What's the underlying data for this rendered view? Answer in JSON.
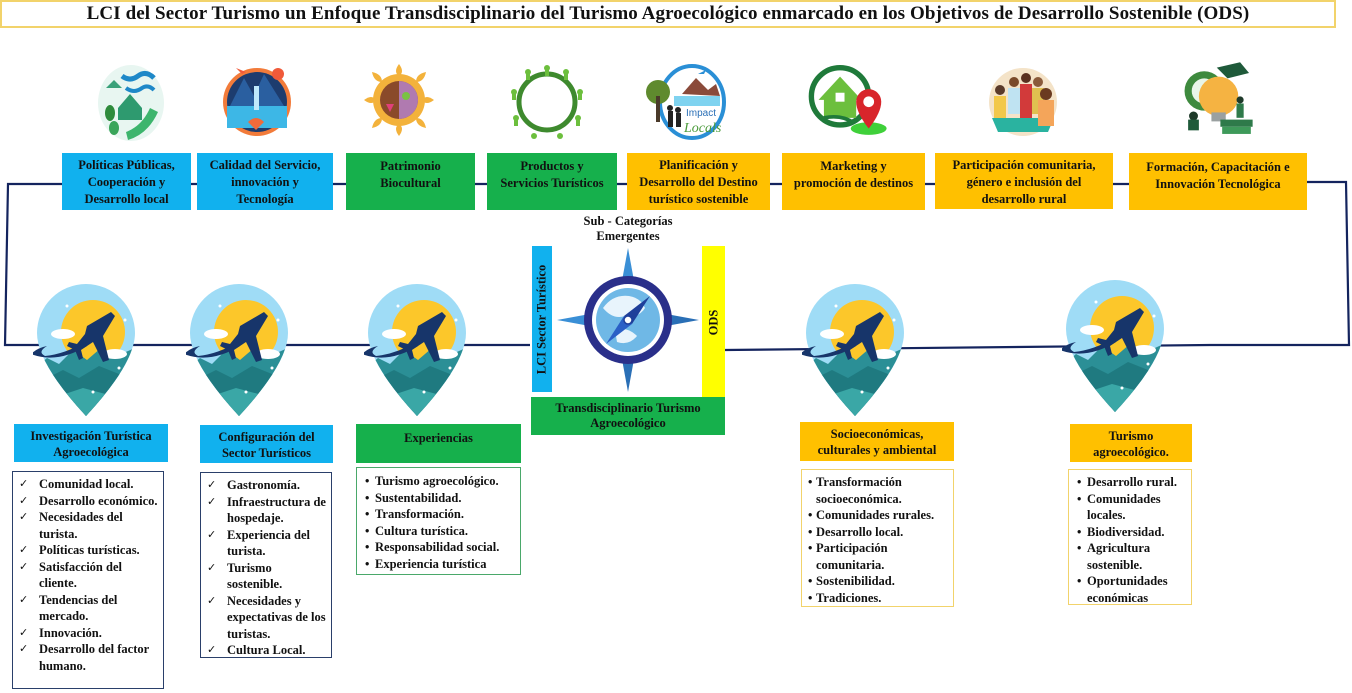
{
  "title": "LCI del Sector Turismo un Enfoque Transdisciplinario del Turismo Agroecológico enmarcado en los Objetivos de Desarrollo Sostenible (ODS)",
  "colors": {
    "blue": "#11b1ee",
    "green": "#16b04c",
    "orange": "#ffc000",
    "yellow": "#ffff00",
    "line": "#14245e",
    "title_border": "#f2d36b"
  },
  "categories": [
    {
      "label": "Políticas Públicas, Cooperación y Desarrollo local",
      "lines": [
        "Políticas Públicas,",
        "Cooperación y",
        "Desarrollo local"
      ],
      "color": "blue",
      "icon": "sustainability-hands-globe-icon"
    },
    {
      "label": "Calidad del Servicio, innovación y Tecnología",
      "lines": [
        "Calidad del Servicio,",
        "innovación y",
        "Tecnología"
      ],
      "color": "blue",
      "icon": "mountain-waterfall-travel-icon"
    },
    {
      "label": "Patrimonio Biocultural",
      "lines": [
        "Patrimonio",
        "Biocultural"
      ],
      "color": "green",
      "icon": "sun-mask-heritage-icon"
    },
    {
      "label": "Productos y Servicios Turísticos",
      "lines": [
        "Productos y",
        "Servicios Turísticos"
      ],
      "color": "green",
      "icon": "people-circle-activities-icon"
    },
    {
      "label": "Planificación y Desarrollo del Destino turístico sostenible",
      "lines": [
        "Planificación y",
        "Desarrollo del Destino",
        "turístico sostenible"
      ],
      "color": "orange",
      "icon": "impact-locals-logo-icon"
    },
    {
      "label": "Marketing y promoción de destinos",
      "lines": [
        "Marketing y",
        "promoción de destinos"
      ],
      "color": "orange",
      "icon": "house-location-pin-icon"
    },
    {
      "label": "Participación comunitaria, género e inclusión del desarrollo rural",
      "lines": [
        "Participación comunitaria,",
        "género e inclusión del",
        "desarrollo rural"
      ],
      "color": "orange",
      "icon": "community-people-icon"
    },
    {
      "label": "Formación, Capacitación e Innovación Tecnológica",
      "lines": [
        "Formación, Capacitación e",
        "Innovación Tecnológica"
      ],
      "color": "orange",
      "icon": "lightbulb-gear-education-icon"
    }
  ],
  "center": {
    "heading_lines": [
      "Sub - Categorías",
      "Emergentes"
    ],
    "left_label": "LCI Sector Turístico",
    "right_label": "ODS",
    "bottom_lines": [
      "Transdisciplinario  Turismo",
      "Agroecológico"
    ],
    "icon": "compass-globe-icon"
  },
  "subcategories": [
    {
      "header_lines": [
        "Investigación Turística",
        "Agroecológica"
      ],
      "color": "blue",
      "marker": "check",
      "items": [
        "Comunidad local.",
        "Desarrollo económico.",
        "Necesidades del turista.",
        "Políticas turísticas.",
        "Satisfacción del cliente.",
        "Tendencias del mercado.",
        "Innovación.",
        "Desarrollo del factor humano."
      ]
    },
    {
      "header_lines": [
        "Configuración del",
        "Sector Turísticos"
      ],
      "color": "blue",
      "marker": "check",
      "items": [
        "Gastronomía.",
        "Infraestructura de hospedaje.",
        "Experiencia  del turista.",
        "Turismo sostenible.",
        "Necesidades y expectativas de los turistas.",
        "Cultura Local."
      ]
    },
    {
      "header_lines": [
        "Experiencias"
      ],
      "color": "green",
      "marker": "bullet",
      "items": [
        "Turismo  agroecológico.",
        "Sustentabilidad.",
        "Transformación.",
        "Cultura turística.",
        "Responsabilidad  social.",
        "Experiencia  turística"
      ]
    },
    {
      "header_lines": [
        "Socioeconómicas,",
        "culturales  y ambiental"
      ],
      "color": "orange",
      "marker": "bullet",
      "items": [
        "Transformación socioeconómica.",
        "Comunidades  rurales.",
        "Desarrollo  local.",
        "Participación comunitaria.",
        "Sostenibilidad.",
        "Tradiciones."
      ]
    },
    {
      "header_lines": [
        "Turismo",
        "agroecológico."
      ],
      "color": "orange",
      "marker": "bullet",
      "items": [
        "Desarrollo  rural.",
        "Comunidades locales.",
        "Biodiversidad.",
        "Agricultura sostenible.",
        "Oportunidades económicas"
      ]
    }
  ],
  "markers": {
    "check": "✓",
    "bullet": "•",
    "pin_icon": "airplane-location-pin-icon"
  }
}
